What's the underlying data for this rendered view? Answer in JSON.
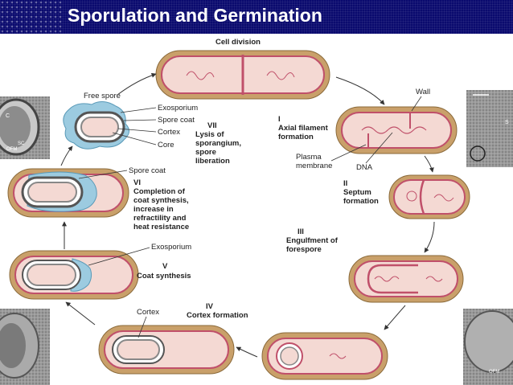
{
  "title": "Sporulation and Germination",
  "labels": {
    "cell_division": "Cell division",
    "free_spore": "Free spore",
    "exosporium_top": "Exosporium",
    "spore_coat_top": "Spore coat",
    "cortex_top": "Cortex",
    "core": "Core",
    "wall": "Wall",
    "plasma": "Plasma",
    "membrane": "membrane",
    "dna": "DNA",
    "spore_coat_vi": "Spore coat",
    "exosporium_v": "Exosporium",
    "cortex_iv": "Cortex"
  },
  "stages": {
    "i": {
      "num": "I",
      "l1": "Axial filament",
      "l2": "formation"
    },
    "ii": {
      "num": "II",
      "l1": "Septum",
      "l2": "formation"
    },
    "iii": {
      "num": "III",
      "l1": "Engulfment of",
      "l2": "forespore"
    },
    "iv": {
      "num": "IV",
      "l1": "Cortex formation"
    },
    "v": {
      "num": "V",
      "l1": "Coat synthesis"
    },
    "vi": {
      "num": "VI",
      "l1": "Completion of",
      "l2": "coat synthesis,",
      "l3": "increase in",
      "l4": "refractility and",
      "l5": "heat resistance"
    },
    "vii": {
      "num": "VII",
      "l1": "Lysis of",
      "l2": "sporangium,",
      "l3": "spore",
      "l4": "liberation"
    }
  },
  "micrograph_labels": {
    "c": "C",
    "sc": "SC",
    "ofm": "OFM",
    "s": "S",
    "ofm2": "OFM"
  },
  "colors": {
    "title_bg": "#0a0a6e",
    "wall_outer": "#c9a06a",
    "cell_fill": "#f4d9d3",
    "membrane": "#c0506a",
    "spore_blue": "#9ccbe0"
  }
}
